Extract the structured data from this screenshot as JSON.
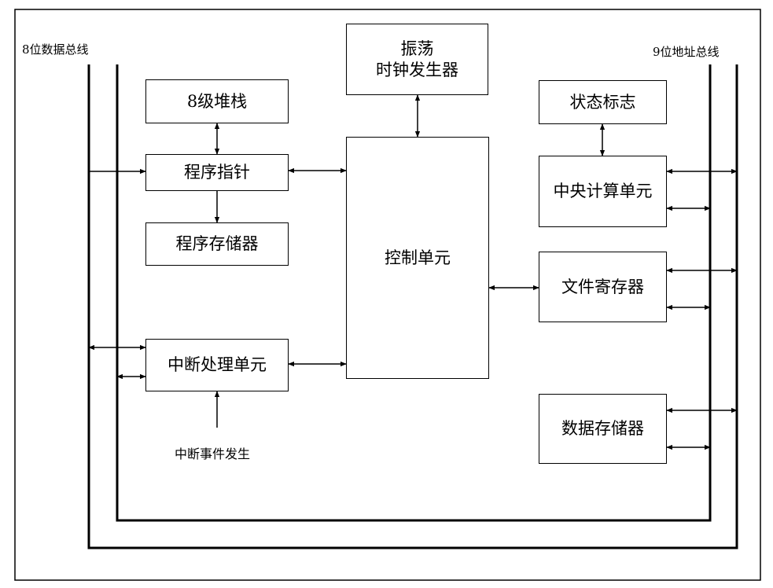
{
  "labels": {
    "data_bus": "8位数据总线",
    "address_bus": "9位地址总线",
    "interrupt_event": "中断事件发生"
  },
  "blocks": {
    "oscillator_line1": "振荡",
    "oscillator_line2": "时钟发生器",
    "stack": "8级堆栈",
    "program_counter": "程序指针",
    "program_memory": "程序存储器",
    "control_unit": "控制单元",
    "interrupt_unit": "中断处理单元",
    "status_flags": "状态标志",
    "cpu": "中央计算单元",
    "file_register": "文件寄存器",
    "data_memory": "数据存储器"
  }
}
